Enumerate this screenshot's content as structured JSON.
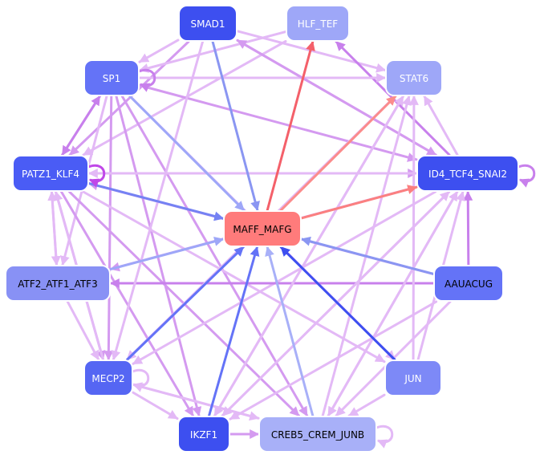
{
  "title": "Regulatory network around MAFF_MAFG",
  "colors": {
    "dark_blue": "#3d4ff0",
    "mid_blue": "#6473f7",
    "light_blue": "#9ea7f8",
    "center_node": "#ff7b7b",
    "edge_red": "#f4606a",
    "edge_pink_red": "#fb8c8c",
    "edge_blue": "#8a96f2",
    "edge_dark_blue": "#3d4ff0",
    "edge_violet": "#c880ec",
    "edge_light_violet": "#e3b9f6"
  },
  "nodes": [
    {
      "id": "SMAD1",
      "label": "SMAD1",
      "fill": "#3d4ff0",
      "text_color": "#ffffff"
    },
    {
      "id": "HLF_TEF",
      "label": "HLF_TEF",
      "fill": "#9ea7f8",
      "text_color": "#ffffff"
    },
    {
      "id": "SP1",
      "label": "SP1",
      "fill": "#6473f7",
      "text_color": "#ffffff"
    },
    {
      "id": "STAT6",
      "label": "STAT6",
      "fill": "#9ea7f8",
      "text_color": "#ffffff"
    },
    {
      "id": "PATZ1_KLF4",
      "label": "PATZ1_KLF4",
      "fill": "#4a5cf5",
      "text_color": "#ffffff"
    },
    {
      "id": "ID4_TCF4_SNAI2",
      "label": "ID4_TCF4_SNAI2",
      "fill": "#3d4ff0",
      "text_color": "#ffffff"
    },
    {
      "id": "MAFF_MAFG",
      "label": "MAFF_MAFG",
      "fill": "#ff7b7b",
      "text_color": "#000000"
    },
    {
      "id": "ATF2_ATF1_ATF3",
      "label": "ATF2_ATF1_ATF3",
      "fill": "#8891f5",
      "text_color": "#000000"
    },
    {
      "id": "AAUACUG",
      "label": "AAUACUG",
      "fill": "#6473f7",
      "text_color": "#000000"
    },
    {
      "id": "MECP2",
      "label": "MECP2",
      "fill": "#5566f3",
      "text_color": "#ffffff"
    },
    {
      "id": "JUN",
      "label": "JUN",
      "fill": "#7d89f7",
      "text_color": "#ffffff"
    },
    {
      "id": "IKZF1",
      "label": "IKZF1",
      "fill": "#3d4ff0",
      "text_color": "#ffffff"
    },
    {
      "id": "CREB5_CREM_JUNB",
      "label": "CREB5_CREM_JUNB",
      "fill": "#a8b0f8",
      "text_color": "#000000"
    }
  ],
  "edges": [
    {
      "source": "MAFF_MAFG",
      "target": "HLF_TEF",
      "color": "#f4606a"
    },
    {
      "source": "MAFF_MAFG",
      "target": "STAT6",
      "color": "#fb8c8c"
    },
    {
      "source": "MAFF_MAFG",
      "target": "ID4_TCF4_SNAI2",
      "color": "#fb8080"
    },
    {
      "source": "SMAD1",
      "target": "MAFF_MAFG",
      "color": "#8a96f2"
    },
    {
      "source": "SP1",
      "target": "MAFF_MAFG",
      "color": "#9ea7f8"
    },
    {
      "source": "PATZ1_KLF4",
      "target": "MAFF_MAFG",
      "color": "#7582f3"
    },
    {
      "source": "ATF2_ATF1_ATF3",
      "target": "MAFF_MAFG",
      "color": "#9ea7f8"
    },
    {
      "source": "AAUACUG",
      "target": "MAFF_MAFG",
      "color": "#8a96f2"
    },
    {
      "source": "MECP2",
      "target": "MAFF_MAFG",
      "color": "#6473f7"
    },
    {
      "source": "IKZF1",
      "target": "MAFF_MAFG",
      "color": "#6473f7"
    },
    {
      "source": "CREB5_CREM_JUNB",
      "target": "MAFF_MAFG",
      "color": "#a8b0f8"
    },
    {
      "source": "JUN",
      "target": "MAFF_MAFG",
      "color": "#3d4ff0"
    },
    {
      "source": "SMAD1",
      "target": "SP1",
      "color": "#e3b9f6"
    },
    {
      "source": "SMAD1",
      "target": "PATZ1_KLF4",
      "color": "#d49af0"
    },
    {
      "source": "SMAD1",
      "target": "STAT6",
      "color": "#e3b9f6"
    },
    {
      "source": "SMAD1",
      "target": "ID4_TCF4_SNAI2",
      "color": "#d49af0"
    },
    {
      "source": "HLF_TEF",
      "target": "SP1",
      "color": "#e3b9f6"
    },
    {
      "source": "HLF_TEF",
      "target": "PATZ1_KLF4",
      "color": "#e3b9f6"
    },
    {
      "source": "ID4_TCF4_SNAI2",
      "target": "HLF_TEF",
      "color": "#c880ec"
    },
    {
      "source": "SP1",
      "target": "STAT6",
      "color": "#e3b9f6"
    },
    {
      "source": "SP1",
      "target": "ID4_TCF4_SNAI2",
      "color": "#d49af0"
    },
    {
      "source": "SP1",
      "target": "PATZ1_KLF4",
      "color": "#c880ec"
    },
    {
      "source": "SP1",
      "target": "MECP2",
      "color": "#d49af0"
    },
    {
      "source": "SP1",
      "target": "IKZF1",
      "color": "#d49af0"
    },
    {
      "source": "SP1",
      "target": "CREB5_CREM_JUNB",
      "color": "#d49af0"
    },
    {
      "source": "SP1",
      "target": "JUN",
      "color": "#e3b9f6"
    },
    {
      "source": "SP1",
      "target": "ATF2_ATF1_ATF3",
      "color": "#e3b9f6"
    },
    {
      "source": "PATZ1_KLF4",
      "target": "ID4_TCF4_SNAI2",
      "color": "#d49af0"
    },
    {
      "source": "ID4_TCF4_SNAI2",
      "target": "PATZ1_KLF4",
      "color": "#e3b9f6"
    },
    {
      "source": "PATZ1_KLF4",
      "target": "ATF2_ATF1_ATF3",
      "color": "#e3b9f6"
    },
    {
      "source": "PATZ1_KLF4",
      "target": "MECP2",
      "color": "#d49af0"
    },
    {
      "source": "PATZ1_KLF4",
      "target": "IKZF1",
      "color": "#d49af0"
    },
    {
      "source": "PATZ1_KLF4",
      "target": "CREB5_CREM_JUNB",
      "color": "#d49af0"
    },
    {
      "source": "PATZ1_KLF4",
      "target": "JUN",
      "color": "#e3b9f6"
    },
    {
      "source": "PATZ1_KLF4",
      "target": "SP1",
      "color": "#c880ec"
    },
    {
      "source": "ID4_TCF4_SNAI2",
      "target": "SMAD1",
      "color": "#d49af0"
    },
    {
      "source": "ID4_TCF4_SNAI2",
      "target": "STAT6",
      "color": "#e3b9f6"
    },
    {
      "source": "ID4_TCF4_SNAI2",
      "target": "ATF2_ATF1_ATF3",
      "color": "#d49af0"
    },
    {
      "source": "ID4_TCF4_SNAI2",
      "target": "MECP2",
      "color": "#e3b9f6"
    },
    {
      "source": "ID4_TCF4_SNAI2",
      "target": "IKZF1",
      "color": "#e3b9f6"
    },
    {
      "source": "ID4_TCF4_SNAI2",
      "target": "CREB5_CREM_JUNB",
      "color": "#e3b9f6"
    },
    {
      "source": "AAUACUG",
      "target": "ID4_TCF4_SNAI2",
      "color": "#c880ec"
    },
    {
      "source": "AAUACUG",
      "target": "PATZ1_KLF4",
      "color": "#d49af0"
    },
    {
      "source": "AAUACUG",
      "target": "ATF2_ATF1_ATF3",
      "color": "#c880ec"
    },
    {
      "source": "AAUACUG",
      "target": "CREB5_CREM_JUNB",
      "color": "#e3b9f6"
    },
    {
      "source": "AAUACUG",
      "target": "IKZF1",
      "color": "#e3b9f6"
    },
    {
      "source": "JUN",
      "target": "STAT6",
      "color": "#e3b9f6"
    },
    {
      "source": "JUN",
      "target": "CREB5_CREM_JUNB",
      "color": "#e3b9f6"
    },
    {
      "source": "JUN",
      "target": "ID4_TCF4_SNAI2",
      "color": "#e3b9f6"
    },
    {
      "source": "STAT6",
      "target": "IKZF1",
      "color": "#e3b9f6"
    },
    {
      "source": "STAT6",
      "target": "MECP2",
      "color": "#e3b9f6"
    },
    {
      "source": "CREB5_CREM_JUNB",
      "target": "STAT6",
      "color": "#e3b9f6"
    },
    {
      "source": "CREB5_CREM_JUNB",
      "target": "MECP2",
      "color": "#e3b9f6"
    },
    {
      "source": "CREB5_CREM_JUNB",
      "target": "ID4_TCF4_SNAI2",
      "color": "#e3b9f6"
    },
    {
      "source": "IKZF1",
      "target": "CREB5_CREM_JUNB",
      "color": "#d49af0"
    },
    {
      "source": "IKZF1",
      "target": "STAT6",
      "color": "#e3b9f6"
    },
    {
      "source": "IKZF1",
      "target": "ID4_TCF4_SNAI2",
      "color": "#e3b9f6"
    },
    {
      "source": "MECP2",
      "target": "IKZF1",
      "color": "#e3b9f6"
    },
    {
      "source": "MECP2",
      "target": "CREB5_CREM_JUNB",
      "color": "#e3b9f6"
    },
    {
      "source": "MECP2",
      "target": "PATZ1_KLF4",
      "color": "#e3b9f6"
    },
    {
      "source": "ATF2_ATF1_ATF3",
      "target": "MECP2",
      "color": "#e3b9f6"
    },
    {
      "source": "ATF2_ATF1_ATF3",
      "target": "PATZ1_KLF4",
      "color": "#e3b9f6"
    },
    {
      "source": "SMAD1",
      "target": "MECP2",
      "color": "#e3b9f6"
    }
  ],
  "self_loops": [
    {
      "node": "SP1",
      "color": "#c880ec"
    },
    {
      "node": "PATZ1_KLF4",
      "color": "#c048e8"
    },
    {
      "node": "ID4_TCF4_SNAI2",
      "color": "#c880ec"
    },
    {
      "node": "MECP2",
      "color": "#e3b9f6"
    },
    {
      "node": "CREB5_CREM_JUNB",
      "color": "#e3b9f6"
    }
  ]
}
